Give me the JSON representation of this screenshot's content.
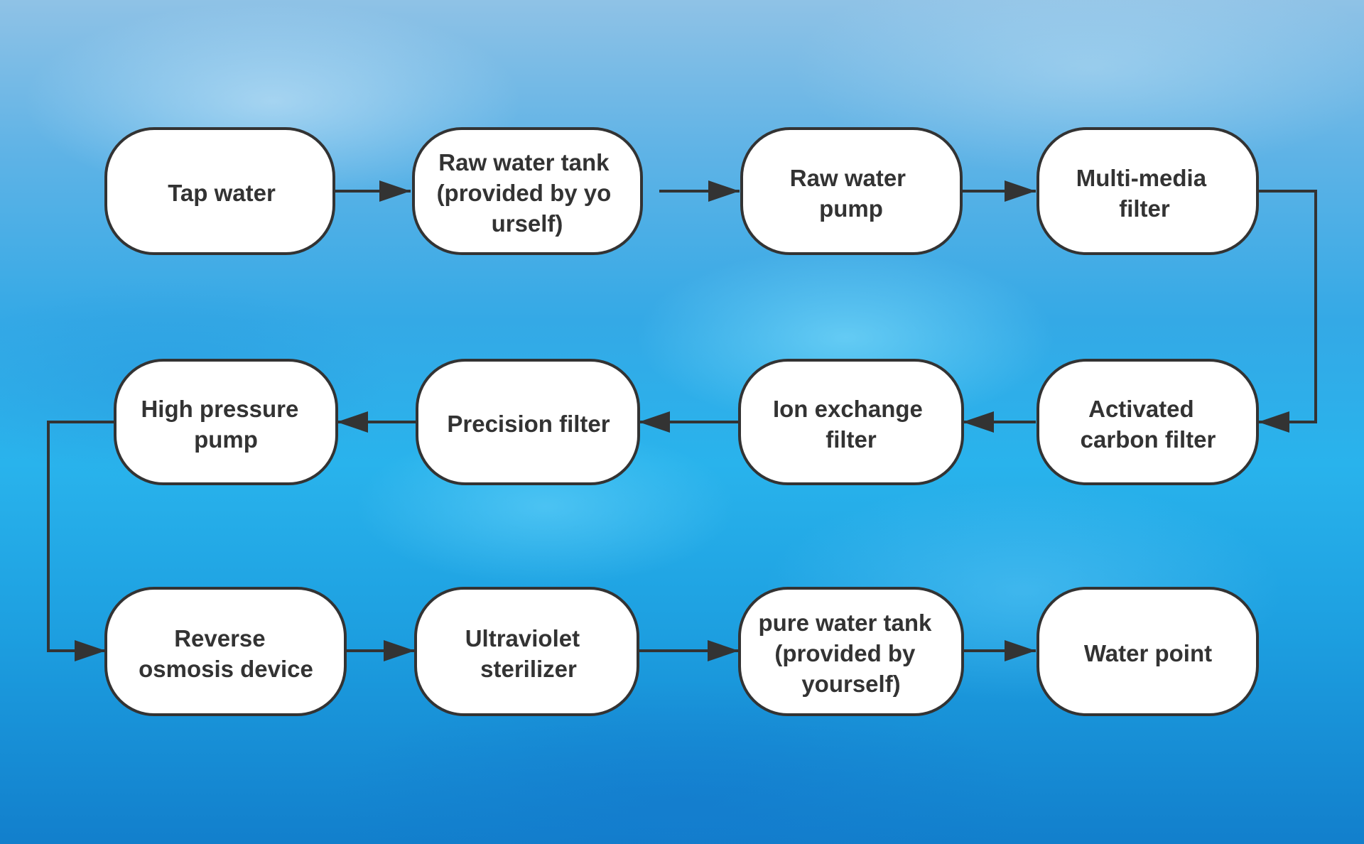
{
  "nodes": [
    {
      "id": "tap-water",
      "lines": [
        "Tap water"
      ]
    },
    {
      "id": "raw-water-tank",
      "lines": [
        "Raw water tank",
        "(provided by yo",
        "urself)"
      ]
    },
    {
      "id": "raw-water-pump",
      "lines": [
        "Raw water",
        "pump"
      ]
    },
    {
      "id": "multi-media-filter",
      "lines": [
        "Multi-media",
        "filter"
      ]
    },
    {
      "id": "activated-carbon-filter",
      "lines": [
        "Activated",
        "carbon filter"
      ]
    },
    {
      "id": "ion-exchange-filter",
      "lines": [
        "Ion exchange",
        "filter"
      ]
    },
    {
      "id": "precision-filter",
      "lines": [
        "Precision filter"
      ]
    },
    {
      "id": "high-pressure-pump",
      "lines": [
        "High pressure",
        "pump"
      ]
    },
    {
      "id": "reverse-osmosis-device",
      "lines": [
        "Reverse",
        "osmosis device"
      ]
    },
    {
      "id": "ultraviolet-sterilizer",
      "lines": [
        "Ultraviolet",
        "sterilizer"
      ]
    },
    {
      "id": "pure-water-tank",
      "lines": [
        "pure water tank",
        "(provided by",
        "yourself)"
      ]
    },
    {
      "id": "water-point",
      "lines": [
        "Water point"
      ]
    }
  ],
  "edges": [
    {
      "from": "tap-water",
      "to": "raw-water-tank"
    },
    {
      "from": "raw-water-tank",
      "to": "raw-water-pump"
    },
    {
      "from": "raw-water-pump",
      "to": "multi-media-filter"
    },
    {
      "from": "multi-media-filter",
      "to": "activated-carbon-filter"
    },
    {
      "from": "activated-carbon-filter",
      "to": "ion-exchange-filter"
    },
    {
      "from": "ion-exchange-filter",
      "to": "precision-filter"
    },
    {
      "from": "precision-filter",
      "to": "high-pressure-pump"
    },
    {
      "from": "high-pressure-pump",
      "to": "reverse-osmosis-device"
    },
    {
      "from": "reverse-osmosis-device",
      "to": "ultraviolet-sterilizer"
    },
    {
      "from": "ultraviolet-sterilizer",
      "to": "pure-water-tank"
    },
    {
      "from": "pure-water-tank",
      "to": "water-point"
    }
  ],
  "colors": {
    "node_fill": "#ffffff",
    "outline": "#333333",
    "text": "#333333"
  }
}
